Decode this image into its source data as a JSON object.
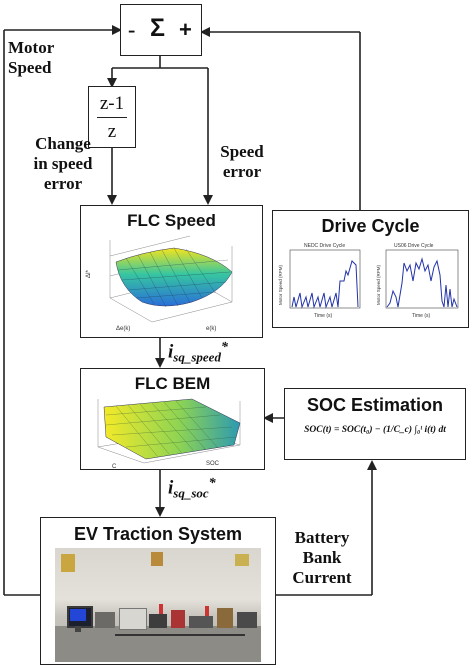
{
  "sum_block": {
    "minus": "-",
    "sigma": "Σ",
    "plus": "+"
  },
  "delay_block": {
    "numerator": "z-1",
    "denominator": "z"
  },
  "labels": {
    "motor_speed_line1": "Motor",
    "motor_speed_line2": "Speed",
    "change_line1": "Change",
    "change_line2": "in speed",
    "change_line3": "error",
    "speed_error_line1": "Speed",
    "speed_error_line2": "error",
    "battery_line1": "Battery",
    "battery_line2": "Bank",
    "battery_line3": "Current"
  },
  "flc_speed": {
    "title": "FLC Speed",
    "axis_z": "ΔI*",
    "axis_x1": "Δe(k)",
    "axis_x2": "e(k)"
  },
  "flc_bem": {
    "title": "FLC BEM",
    "axis_x1": "C",
    "axis_x2": "SOC"
  },
  "signals": {
    "isq_speed_main": "i",
    "isq_speed_sub": "sq_speed",
    "isq_speed_sup": "*",
    "isq_soc_main": "i",
    "isq_soc_sub": "sq_soc",
    "isq_soc_sup": "*"
  },
  "drive_cycle": {
    "title": "Drive Cycle",
    "plot1_title": "NEDC Drive Cycle",
    "plot2_title": "US06 Drive Cycle",
    "ylabel": "Motor Speed (RPM)",
    "xlabel": "Time (s)"
  },
  "soc_estimation": {
    "title": "SOC Estimation",
    "equation": "SOC(t) = SOC(t₀) − (1/C_c) ∫₀ᵗ i(t) dt"
  },
  "ev_traction": {
    "title": "EV Traction System"
  },
  "colors": {
    "line": "#222222",
    "plot_line": "#2233aa",
    "surface_hi": "#f5e41c",
    "surface_lo": "#2a7bd8"
  }
}
